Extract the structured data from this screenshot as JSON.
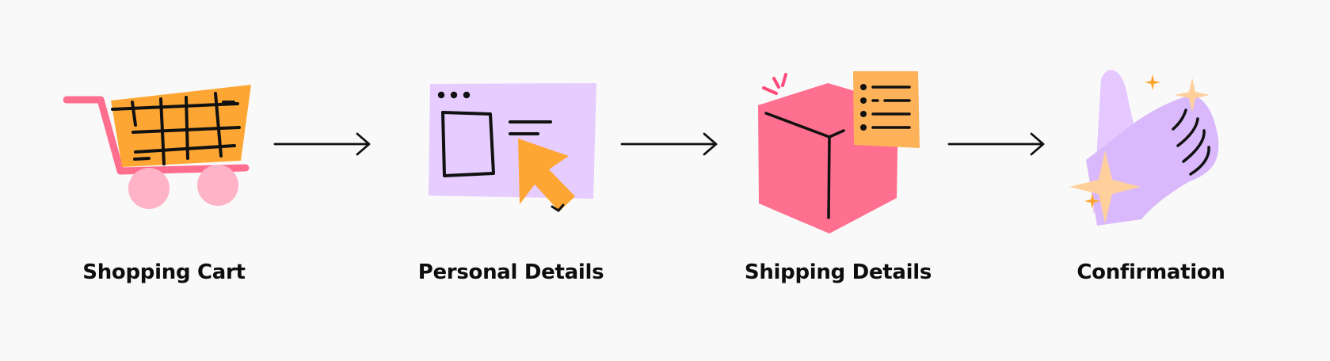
{
  "colors": {
    "background": "#f9f9f9",
    "cart_orange": "#fea634",
    "cart_pink": "#ff6d8f",
    "wheel_pink": "#ffb3c6",
    "lavender": "#e6ccff",
    "lavender_dark": "#d9b8fb",
    "box_pink": "#ff6f8f",
    "list_orange": "#fdb25a",
    "sparkle": "#ffd09b",
    "ink": "#111111"
  },
  "steps": [
    {
      "label": "Shopping Cart",
      "icon": "shopping-cart-icon"
    },
    {
      "label": "Personal Details",
      "icon": "browser-window-cursor-icon"
    },
    {
      "label": "Shipping Details",
      "icon": "package-box-checklist-icon"
    },
    {
      "label": "Confirmation",
      "icon": "clapping-hand-sparkles-icon"
    }
  ],
  "arrows": [
    {
      "from": "Shopping Cart",
      "to": "Personal Details"
    },
    {
      "from": "Personal Details",
      "to": "Shipping Details"
    },
    {
      "from": "Shipping Details",
      "to": "Confirmation"
    }
  ]
}
